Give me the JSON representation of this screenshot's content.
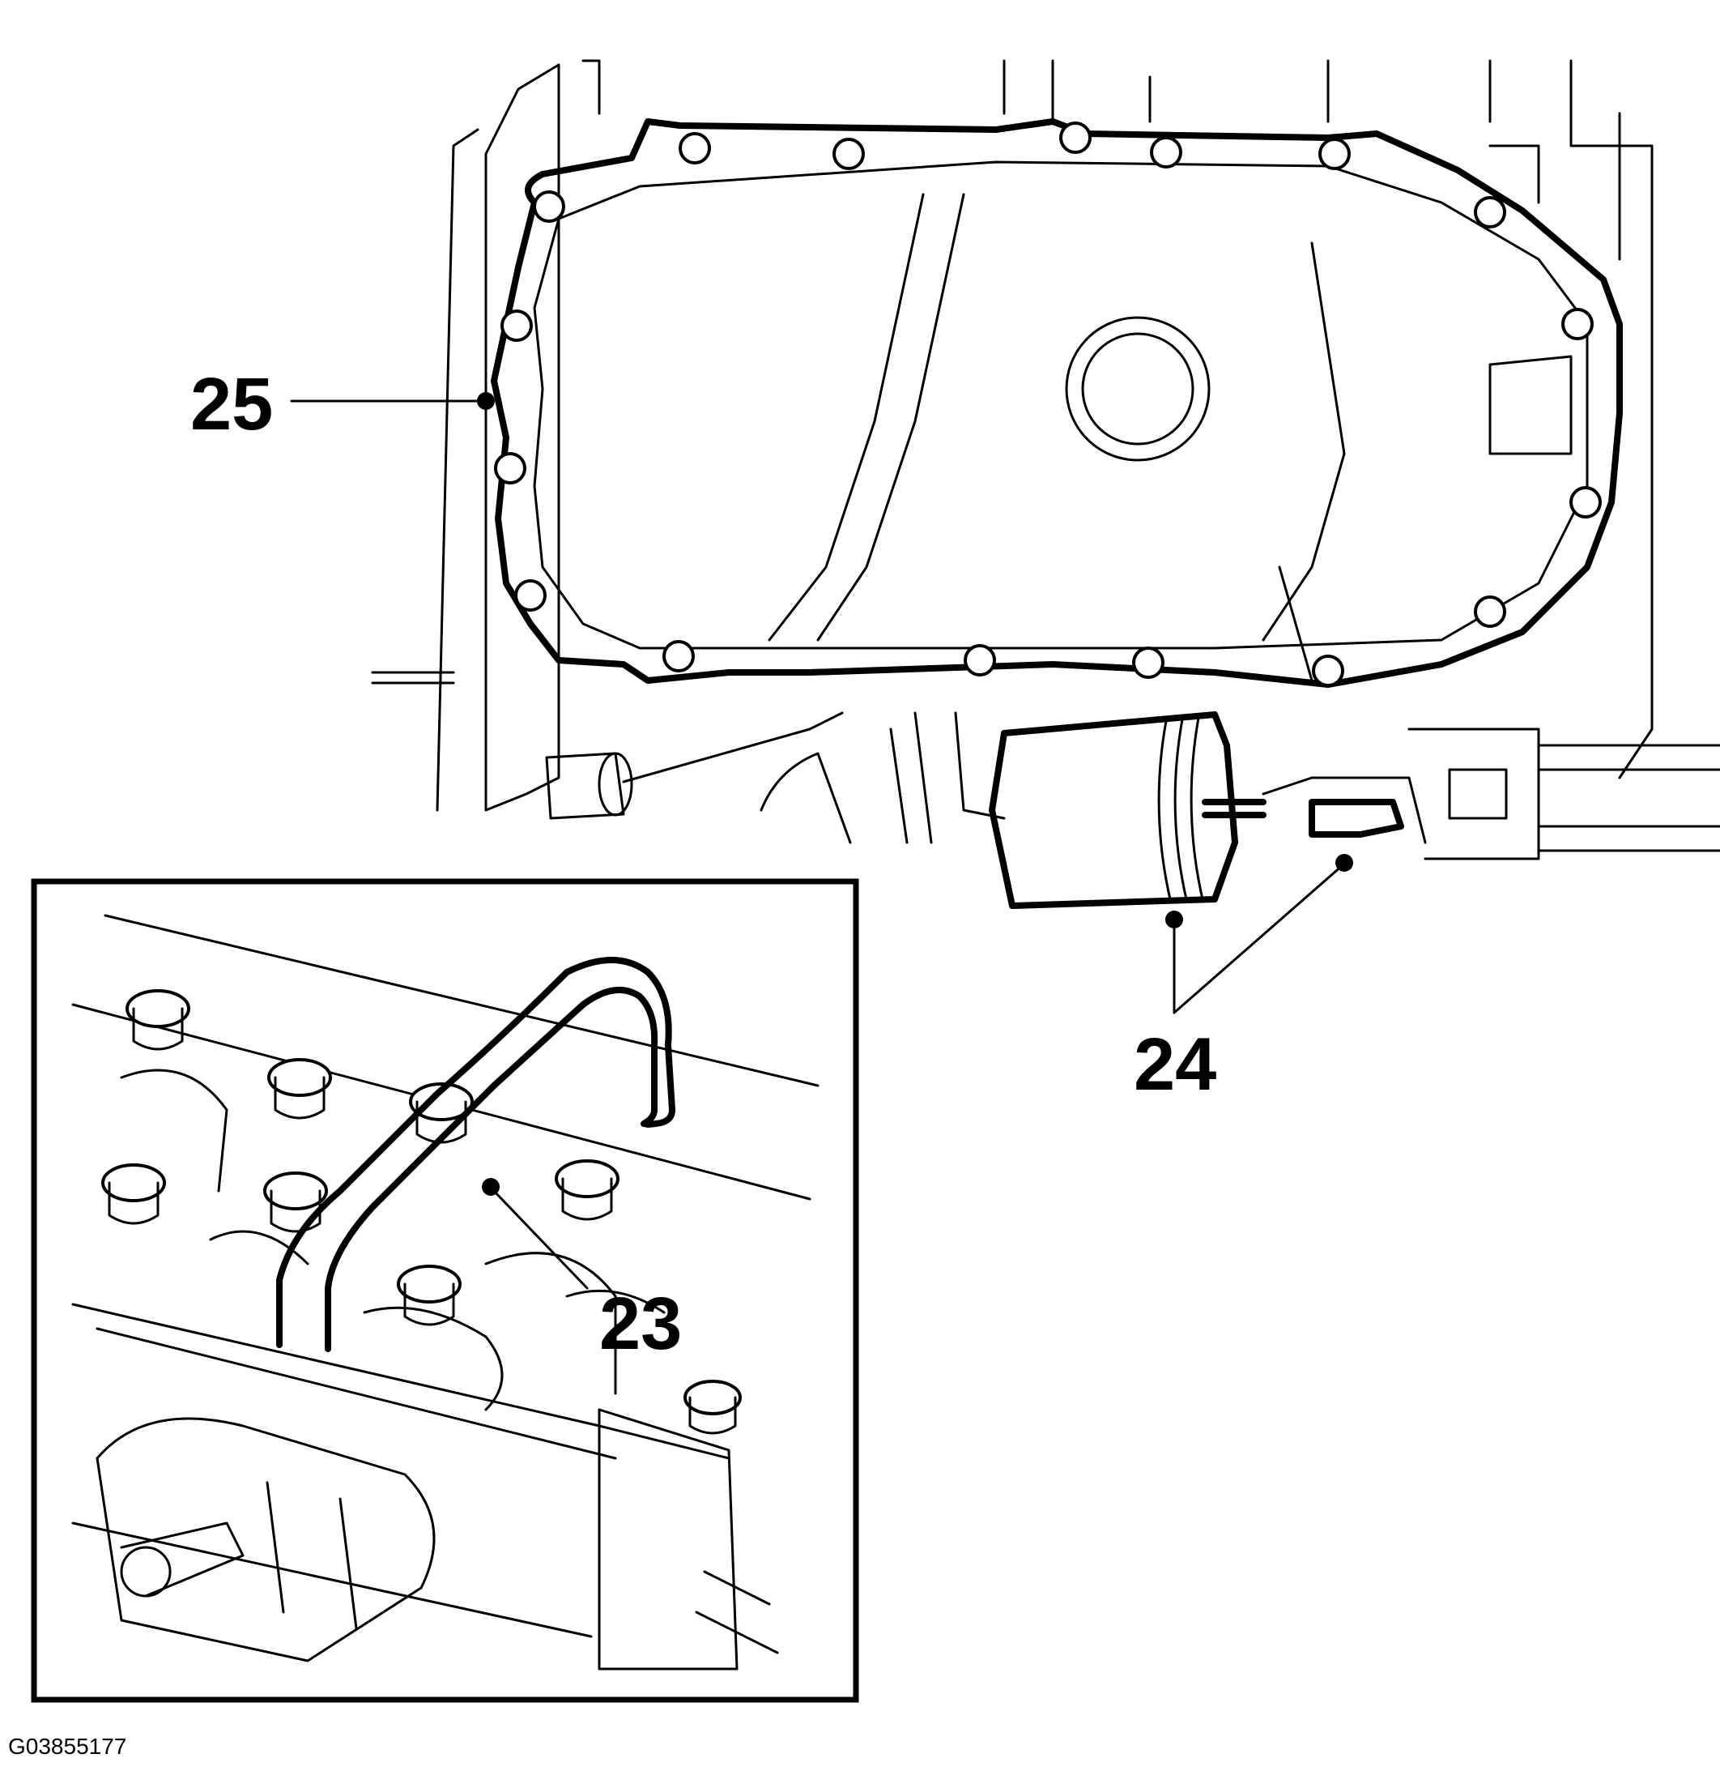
{
  "callouts": {
    "c23": "23",
    "c24": "24",
    "c25": "25"
  },
  "figure_id": "G03855177"
}
